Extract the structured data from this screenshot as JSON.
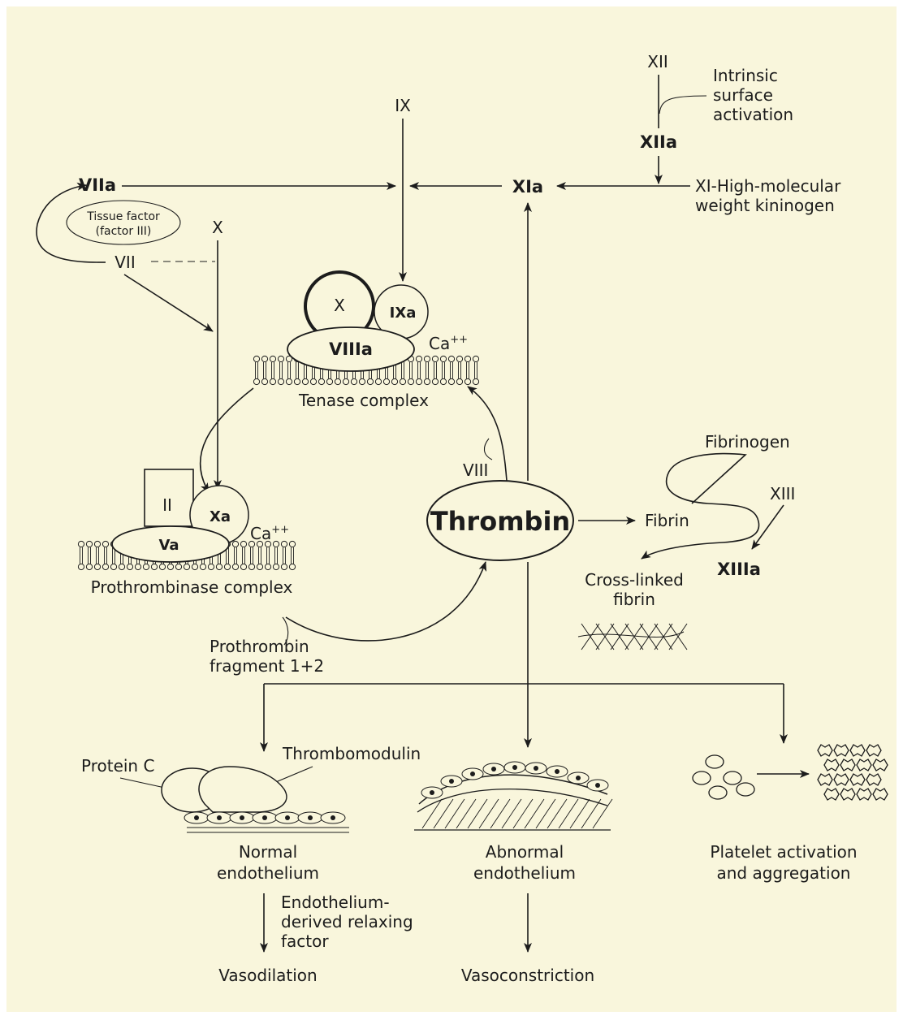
{
  "colors": {
    "background": "#f9f6dc",
    "ink": "#1c1c1c"
  },
  "factors": {
    "xii": "XII",
    "xiia": "XIIa",
    "intrinsic": [
      "Intrinsic",
      "surface",
      "activation"
    ],
    "ix": "IX",
    "xia": "XIa",
    "xi_hmwk": [
      "XI-High-molecular",
      "weight kininogen"
    ],
    "viia": "VIIa",
    "tissue_factor": [
      "Tissue factor",
      "(factor III)"
    ],
    "vii": "VII",
    "x_top": "X"
  },
  "tenase": {
    "x": "X",
    "ixa": "IXa",
    "viiia": "VIIIa",
    "ca": "Ca",
    "ca_sup": "++",
    "label": "Tenase complex"
  },
  "prothrombinase": {
    "ii": "II",
    "xa": "Xa",
    "va": "Va",
    "ca": "Ca",
    "ca_sup": "++",
    "label": "Prothrombinase complex"
  },
  "thrombin": "Thrombin",
  "viii": "VIII",
  "fragment": [
    "Prothrombin",
    "fragment 1+2"
  ],
  "fibrin": {
    "fibrinogen": "Fibrinogen",
    "fibrin": "Fibrin",
    "xiii": "XIII",
    "xiiia": "XIIIa",
    "cross_linked": [
      "Cross-linked",
      "fibrin"
    ]
  },
  "normal": {
    "protein_c": "Protein C",
    "thrombomodulin": "Thrombomodulin",
    "label": [
      "Normal",
      "endothelium"
    ],
    "edrf": [
      "Endothelium-",
      "derived relaxing",
      "factor"
    ],
    "outcome": "Vasodilation"
  },
  "abnormal": {
    "label": [
      "Abnormal",
      "endothelium"
    ],
    "outcome": "Vasoconstriction"
  },
  "platelet": {
    "label": [
      "Platelet activation",
      "and aggregation"
    ]
  }
}
